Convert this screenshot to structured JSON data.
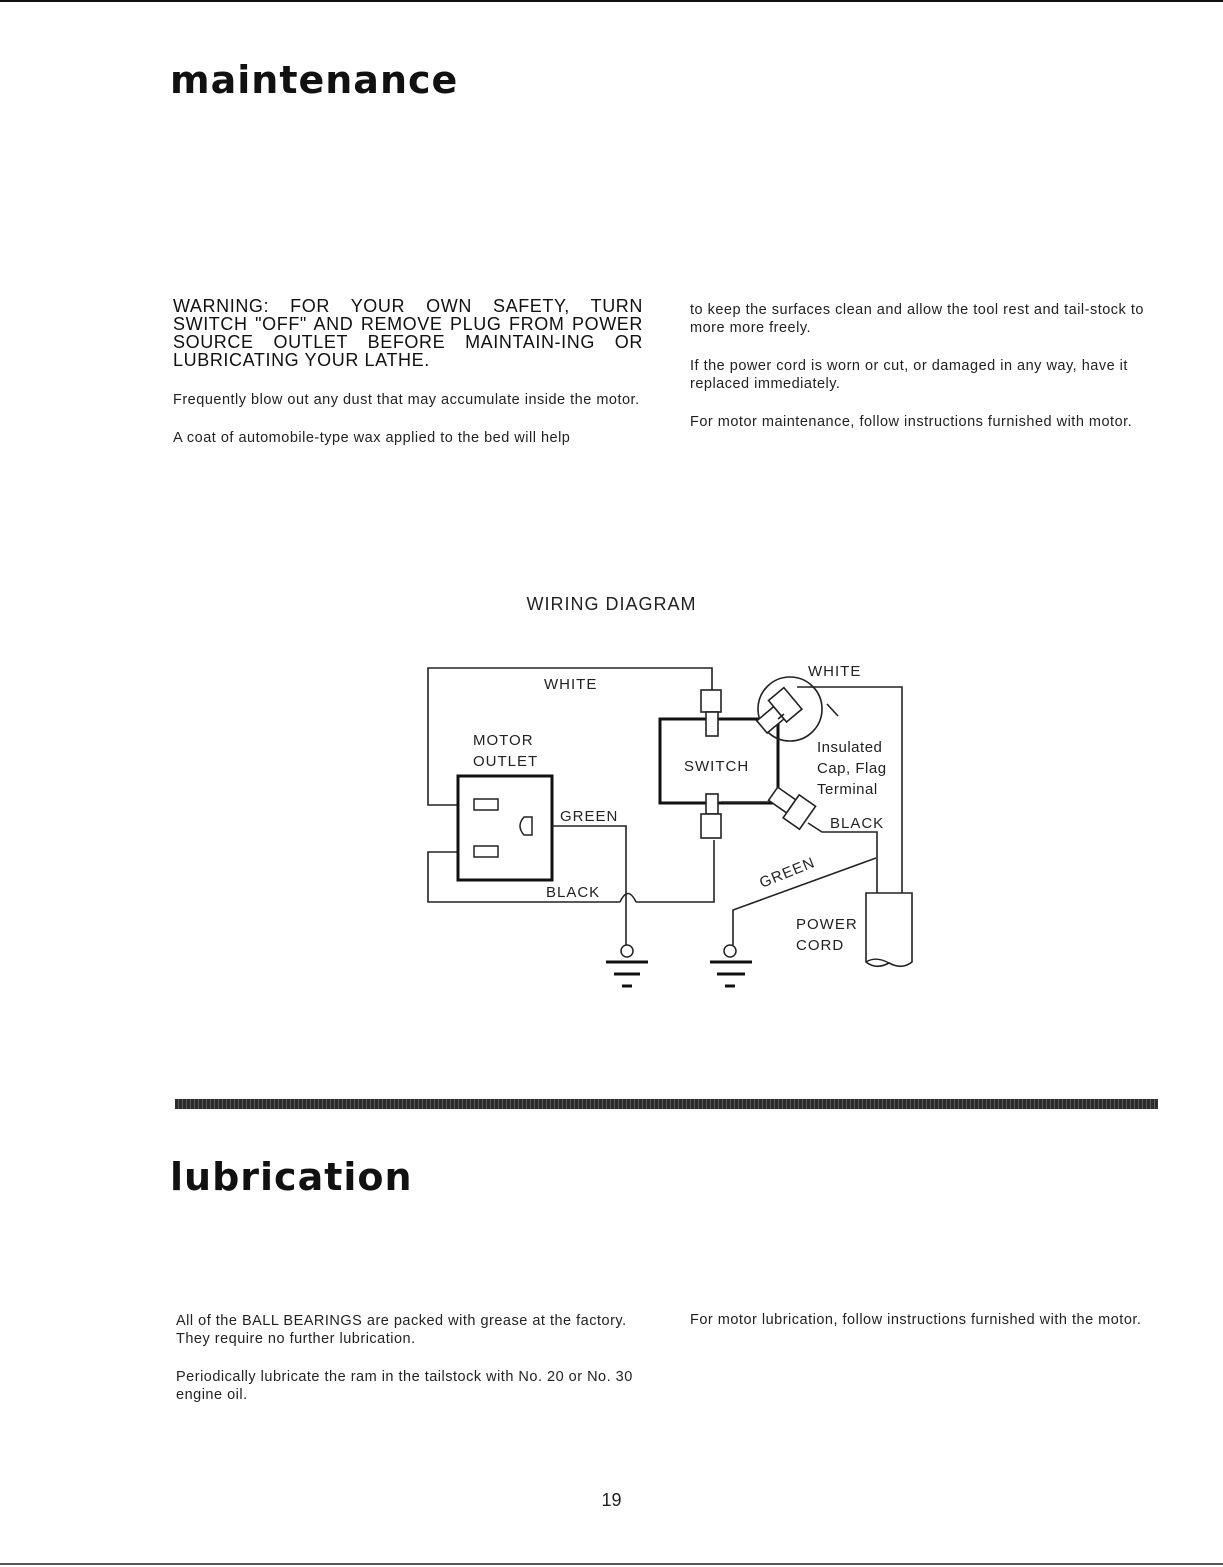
{
  "maintenance": {
    "title": "maintenance",
    "warning": "WARNING: FOR YOUR OWN SAFETY, TURN SWITCH \"OFF\" AND REMOVE PLUG FROM POWER SOURCE OUTLET BEFORE MAINTAIN-ING OR LUBRICATING YOUR LATHE.",
    "left_paragraphs": [
      "Frequently blow out any dust that may accumulate inside the motor.",
      "A coat of automobile-type wax applied to the bed will help"
    ],
    "right_paragraphs": [
      "to keep the surfaces clean and allow the tool rest and tail-stock to more more freely.",
      "If the power cord is worn or cut, or damaged in any way, have it replaced immediately.",
      "For motor maintenance, follow instructions furnished with motor."
    ]
  },
  "wiring_diagram": {
    "title": "WIRING DIAGRAM",
    "labels": {
      "white_left": "WHITE",
      "white_right": "WHITE",
      "motor_outlet_line1": "MOTOR",
      "motor_outlet_line2": "OUTLET",
      "switch": "SWITCH",
      "insulated_line1": "Insulated",
      "insulated_line2": "Cap, Flag",
      "insulated_line3": "Terminal",
      "green_outlet": "GREEN",
      "black_right": "BLACK",
      "black_bottom": "BLACK",
      "green_cord": "GREEN",
      "power_line1": "POWER",
      "power_line2": "CORD"
    }
  },
  "lubrication": {
    "title": "lubrication",
    "left_paragraphs": [
      "All of the BALL BEARINGS are packed with grease at the factory. They require no further lubrication.",
      "Periodically lubricate the ram in the tailstock with No. 20 or No. 30 engine oil."
    ],
    "right_paragraphs": [
      "For motor lubrication, follow instructions furnished with the motor."
    ]
  },
  "page_number": "19"
}
